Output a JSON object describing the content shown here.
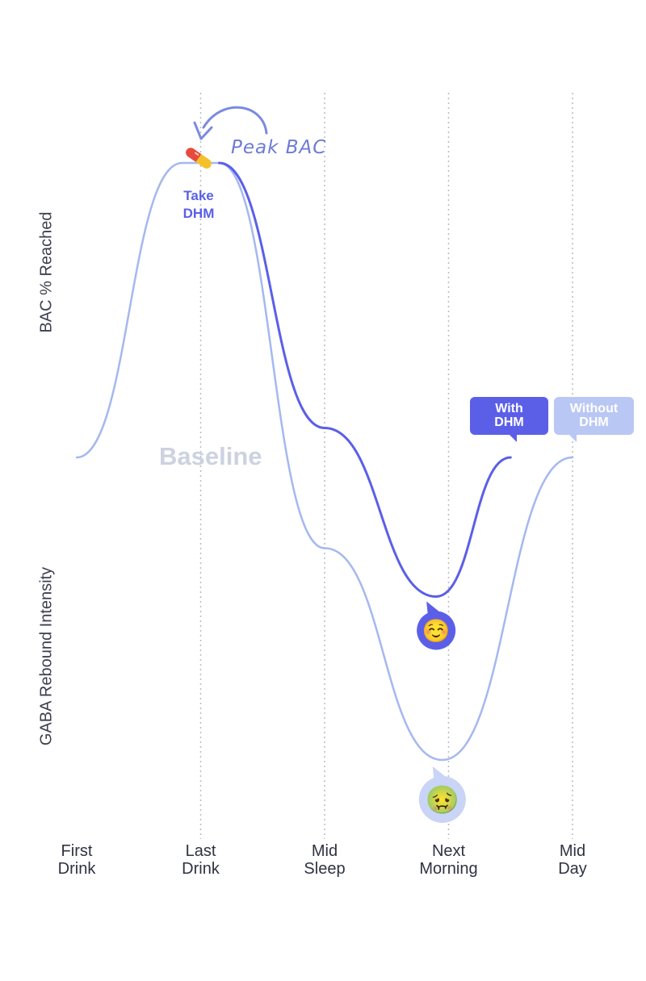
{
  "chart_data": {
    "type": "line",
    "title": "",
    "x_categories": [
      "First Drink",
      "Last Drink",
      "Mid Sleep",
      "Next Morning",
      "Mid Day"
    ],
    "ylabel_top": "BAC % Reached",
    "ylabel_bottom": "GABA Rebound Intensity",
    "baseline_label": "Baseline",
    "grid": "vertical dotted lines at each x category except the first",
    "annotations": {
      "peak": "Peak BAC",
      "take_line1": "Take",
      "take_line2": "DHM",
      "with_line1": "With",
      "with_line2": "DHM",
      "without_line1": "Without",
      "without_line2": "DHM"
    },
    "y_scale": "qualitative: +1 = peak BAC, 0 = baseline, negative = rebound intensity",
    "series": [
      {
        "id": "without",
        "name": "Without DHM",
        "color": "#a5b8ef",
        "points": [
          [
            0,
            0
          ],
          [
            0.85,
            1.0
          ],
          [
            1.15,
            1.0
          ],
          [
            2.0,
            -0.3
          ],
          [
            2.95,
            -1.0
          ],
          [
            4.0,
            0
          ]
        ],
        "marker_emoji": "🤢"
      },
      {
        "id": "with",
        "name": "With DHM",
        "color": "#5b5fe8",
        "points": [
          [
            1.15,
            1.0
          ],
          [
            2.0,
            0.1
          ],
          [
            2.9,
            -0.46
          ],
          [
            3.5,
            0
          ]
        ],
        "marker_emoji": "☺️"
      }
    ]
  },
  "colors": {
    "with": "#5b5fe8",
    "without": "#a5b8ef",
    "grid": "#b8bcc6",
    "pill_red": "#e84a3c",
    "pill_yellow": "#f3c12a"
  },
  "icons": {
    "pill": "pill-icon",
    "arrow": "curved-arrow-icon"
  }
}
